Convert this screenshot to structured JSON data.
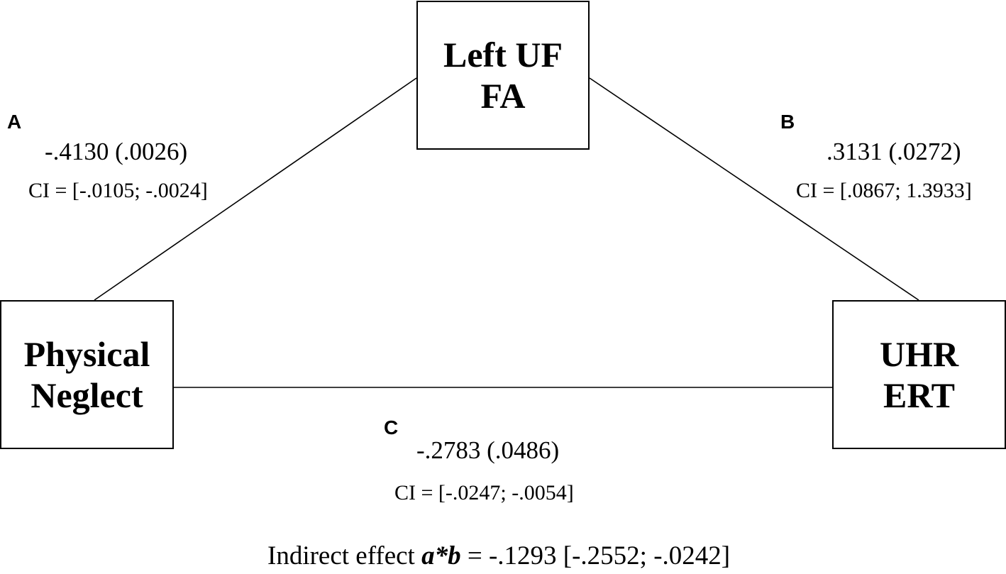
{
  "nodes": {
    "mediator": {
      "line1": "Left UF",
      "line2": "FA"
    },
    "predictor": {
      "line1": "Physical",
      "line2": "Neglect"
    },
    "outcome": {
      "line1": "UHR",
      "line2": "ERT"
    }
  },
  "paths": {
    "a": {
      "letter": "A",
      "coefficient": "-.4130 (.0026)",
      "ci": "CI = [-.0105; -.0024]"
    },
    "b": {
      "letter": "B",
      "coefficient": ".3131 (.0272)",
      "ci": "CI = [.0867; 1.3933]"
    },
    "c": {
      "letter": "C",
      "coefficient": "-.2783 (.0486)",
      "ci": "CI = [-.0247; -.0054]"
    }
  },
  "indirect_effect": {
    "prefix": "Indirect effect ",
    "term": "a*b",
    "value": " = -.1293 [-.2552; -.0242]"
  }
}
